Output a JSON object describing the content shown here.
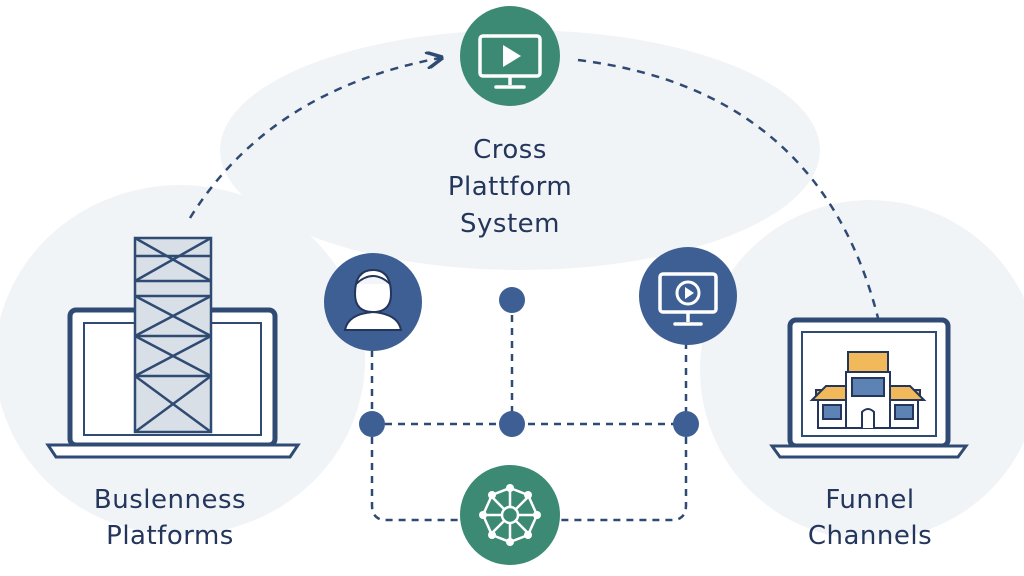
{
  "labels": {
    "left": [
      "Buslenness",
      "Platforms"
    ],
    "center": [
      "Cross",
      "Plattform",
      "System"
    ],
    "right": [
      "Funnel",
      "Channels"
    ]
  },
  "icons": {
    "top": "monitor-play-icon",
    "user": "user-avatar-icon",
    "media": "monitor-play-icon",
    "network": "network-hub-icon",
    "left": "laptop-with-tower-icon",
    "right": "laptop-with-building-icon"
  },
  "colors": {
    "green": "#3d8a74",
    "blue": "#3d5f94",
    "navy": "#24365c",
    "line": "#2f4a73",
    "blob": "#f1f4f7",
    "building": "#f2b95a"
  }
}
